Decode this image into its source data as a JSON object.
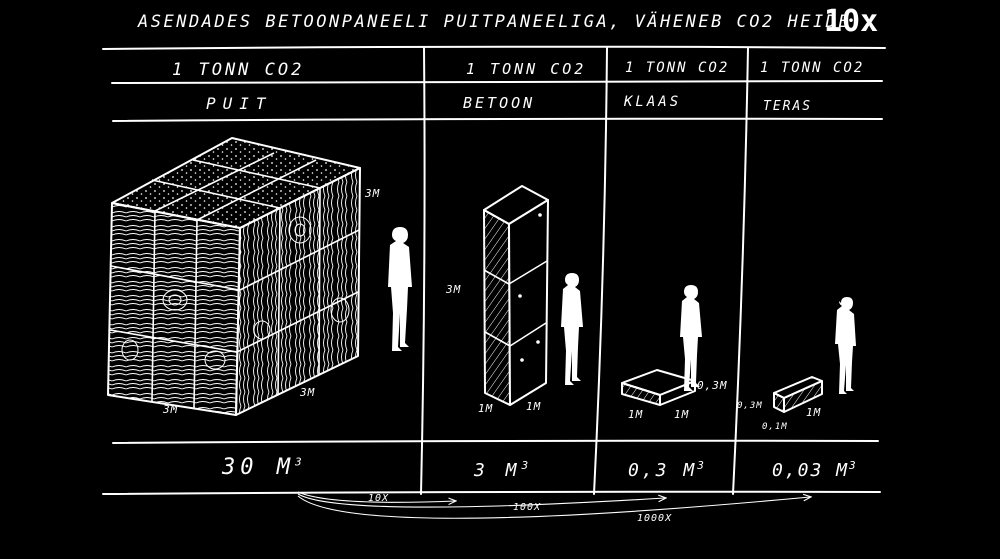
{
  "title": "ASENDADES BETOONPANEELI  PUITPANEELIGA, VÄHENEB CO2 HEIDE",
  "title_emphasis": "10x",
  "columns": [
    {
      "header": "1 TONN CO2",
      "material": "PUIT",
      "volume": "30 M",
      "volume_unit_power": "3",
      "dims": [
        "3M",
        "3M",
        "3M"
      ]
    },
    {
      "header": "1 TONN CO2",
      "material": "BETOON",
      "volume": "3 M",
      "volume_unit_power": "3",
      "dims": [
        "3M",
        "1M",
        "1M"
      ]
    },
    {
      "header": "1 TONN CO2",
      "material": "KLAAS",
      "volume": "0,3 M",
      "volume_unit_power": "3",
      "dims": [
        "0,3M",
        "1M",
        "1M"
      ]
    },
    {
      "header": "1 TONN CO2",
      "material": "TERAS",
      "volume": "0,03 M",
      "volume_unit_power": "3",
      "dims": [
        "0,3M",
        "0,1M",
        "1M"
      ]
    }
  ],
  "ratios": [
    "10X",
    "100X",
    "1000X"
  ],
  "colors": {
    "background": "#000000",
    "ink": "#ffffff"
  }
}
